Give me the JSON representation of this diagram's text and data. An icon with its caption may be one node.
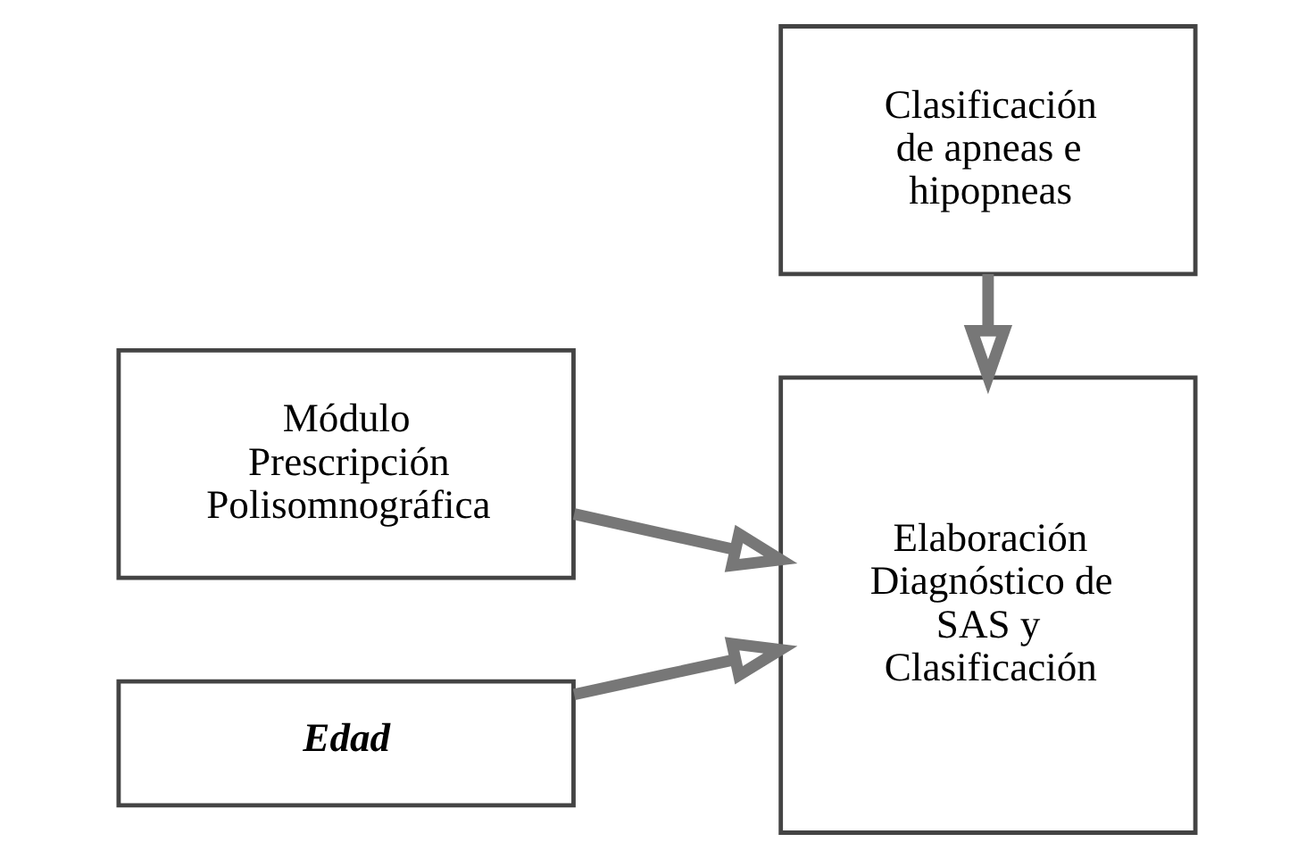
{
  "diagram": {
    "nodes": [
      {
        "text": [
          "Clasificación de apneas e hipopneas"
        ]
      },
      {
        "text": [
          "Módulo Prescripción Polisomnográfica"
        ]
      },
      {
        "text": [
          "Edad"
        ]
      },
      {
        "text": [
          "Elaboración Diagnóstico de SAS y Clasificación"
        ]
      }
    ],
    "edges": [
      {
        "from": 0,
        "to": 3,
        "arrow": "to"
      },
      {
        "from": 1,
        "to": 3,
        "arrow": "to"
      },
      {
        "from": 2,
        "to": 3,
        "arrow": "to"
      }
    ]
  }
}
